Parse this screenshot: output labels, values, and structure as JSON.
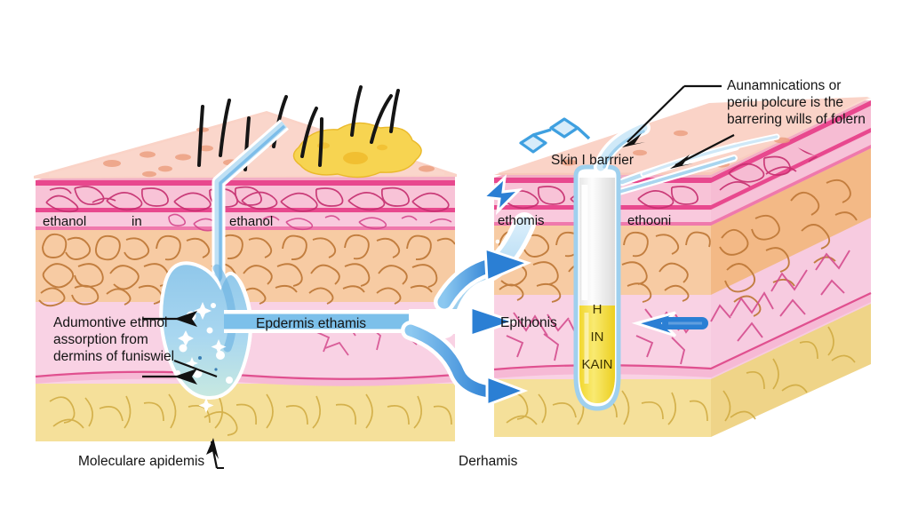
{
  "figure": {
    "title": "",
    "type": "skin-cross-section-illustration",
    "panels": [
      "left-block",
      "right-block"
    ]
  },
  "colors": {
    "surface": "#f9cfc2",
    "surface_top": "#fad3c7",
    "stratum_corneum": "#f9c4d8",
    "stratum_corneum_line": "#e0508f",
    "granular": "#f8c8dc",
    "epidermis": "#f6c9a0",
    "epidermis_side": "#f0b183",
    "dermis": "#f8cfe2",
    "dermis_side": "#f3c0d8",
    "hypodermis": "#f5e09a",
    "hypodermis_side": "#eed488",
    "fiber_pink": "#d94f8f",
    "fiber_orange": "#c87a3a",
    "fiber_yellow": "#cfa93f",
    "accent_blue": "#5aa7e6",
    "accent_blue_dark": "#2b7fd4",
    "droplet_blue": "#9fd0ee",
    "vial_yellow": "#f5e04a",
    "sebum_yellow": "#f7d451",
    "hair_black": "#151515",
    "text": "#141414",
    "arrow_black": "#111111"
  },
  "annotations": {
    "top_right": {
      "text": "Aunamnications or\nperiu polcure is the\nbarrering wills of folern",
      "arrows": 2
    },
    "skin_barrier": {
      "text": "Skin I barrrier"
    },
    "left_dermis": {
      "text": "Adumontive ethnol\nassorption from\ndermins of funiswiel",
      "arrows": 2
    },
    "epidermis_left": {
      "text": "Epdermis ethamis"
    },
    "epithonis_right": {
      "text": "Epithonis"
    },
    "bottom_left": {
      "text": "Moleculare apidemis"
    },
    "bottom_right": {
      "text": "Derhamis"
    }
  },
  "inline_labels": {
    "left_block": [
      "ethanol",
      "in",
      "ethanol"
    ],
    "right_block": [
      "ethomis",
      "ethooni"
    ]
  },
  "vial": {
    "lines": [
      "H",
      "IN",
      "KAIN"
    ],
    "fill_color": "#f5e04a"
  },
  "elements": {
    "hairs_count": 9,
    "sebum_blob": true,
    "droplet_sparkles": true,
    "molecule_chain": true,
    "blue_arrows_count": 3
  }
}
